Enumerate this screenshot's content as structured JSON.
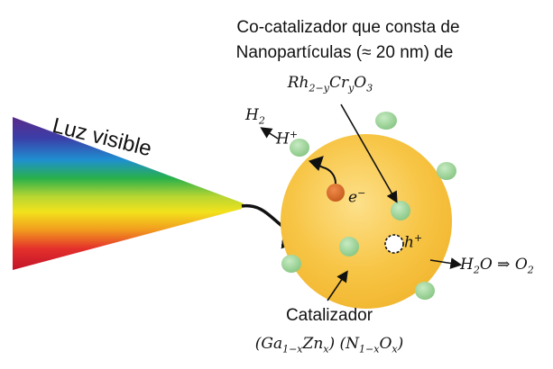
{
  "cocatalyst": {
    "line1": "Co-catalizador que consta de",
    "line2": "Nanopartículas (≈ 20 nm) de",
    "formula_main": "Rh",
    "formula_sub1": "2−y",
    "formula_mid": "Cr",
    "formula_sub2": "y",
    "formula_end": "O",
    "formula_sub3": "3"
  },
  "light": {
    "label": "Luz visible"
  },
  "hydrogen": {
    "h2": "H",
    "h2_sub": "2",
    "h_plus": "H",
    "h_plus_sup": "+"
  },
  "electron": {
    "label": "e",
    "sup": "−",
    "color": "#d2691e"
  },
  "hole": {
    "label": "h",
    "sup": "+"
  },
  "water": {
    "h2o": "H",
    "h2o_sub": "2",
    "h2o_o": "O",
    "arrow": "⇒",
    "o2": "O",
    "o2_sub": "2"
  },
  "catalyst": {
    "label": "Catalizador",
    "f1": "(Ga",
    "f1_sub": "1−x",
    "f2": "Zn",
    "f2_sub": "x",
    "f3": ") (N",
    "f3_sub": "1−x",
    "f4": "O",
    "f4_sub": "x",
    "f5": ")",
    "color": "#f7c545"
  },
  "nanoparticle_color": "#9fd59b"
}
